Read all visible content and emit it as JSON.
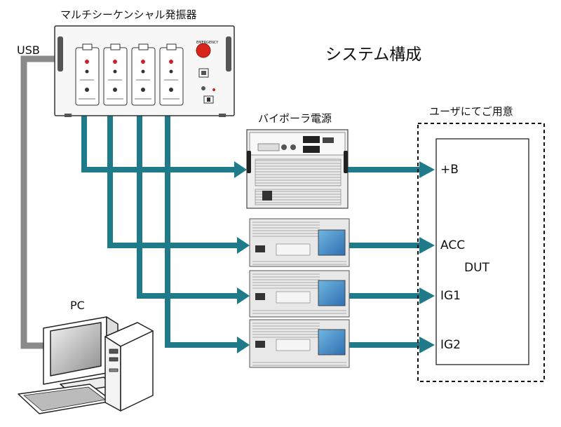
{
  "title": "システム構成",
  "generator": {
    "label": "マルチシーケンシャル発振器",
    "emergency": "EMERGENCY"
  },
  "bipolar": {
    "label": "バイポーラ電源"
  },
  "user_box": {
    "label": "ユーザにてご用意",
    "dut": "DUT"
  },
  "ports": [
    "+B",
    "ACC",
    "IG1",
    "IG2"
  ],
  "usb_label": "USB",
  "pc_label": "PC",
  "colors": {
    "signal": "#1f7b89",
    "usb": "#8a8a8a"
  }
}
